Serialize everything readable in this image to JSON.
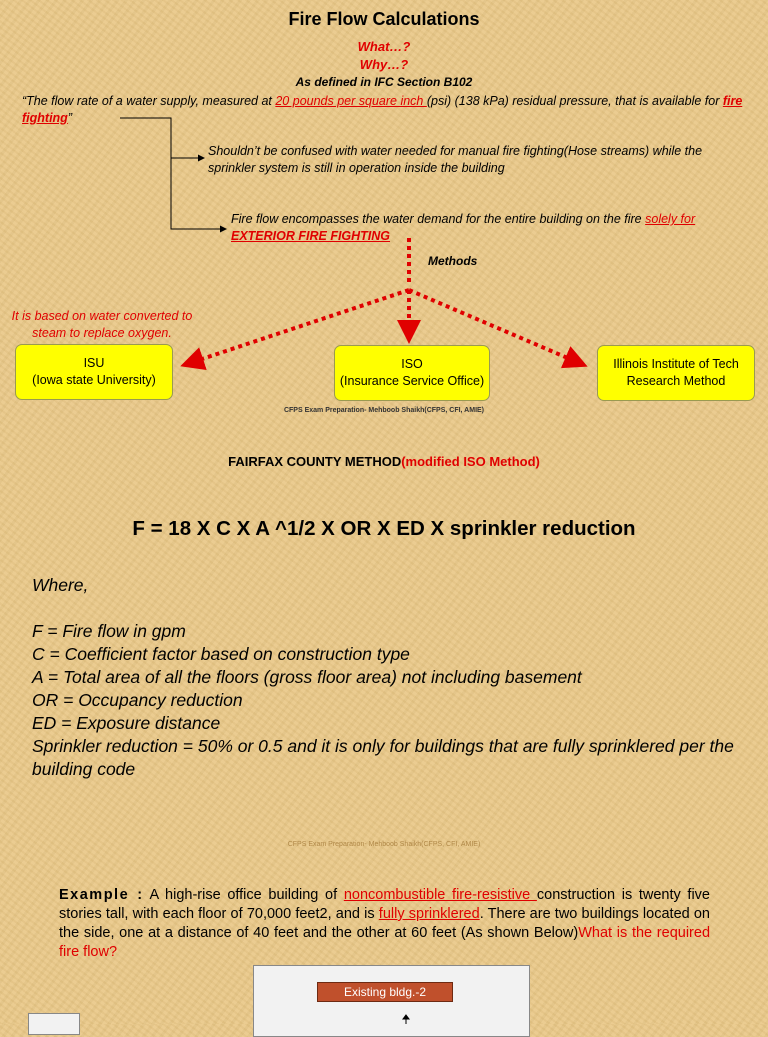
{
  "title": "Fire Flow Calculations",
  "what": "What…?",
  "why": "Why…?",
  "defined_as": "As defined in IFC Section B102",
  "definition": {
    "part1": "“The flow rate of a water supply, measured at ",
    "link_psi": "20 pounds per square inch ",
    "part2": "(psi) (138 kPa) residual pressure, that is available for ",
    "link_fire": "fire fighting",
    "part3": "”"
  },
  "note1": "Shouldn’t be confused with water needed for manual fire fighting(Hose streams) while the sprinkler system is still in operation inside the building",
  "note2": {
    "text": "Fire flow encompasses the water demand for the entire building on the fire ",
    "solely": "solely for",
    "exterior": "EXTERIOR FIRE FIGHTING"
  },
  "methods_label": "Methods",
  "isu_note": "It is based on water converted to steam to replace oxygen.",
  "methods": [
    {
      "line1": "ISU",
      "line2": "(Iowa state University)"
    },
    {
      "line1": "ISO",
      "line2": "(Insurance Service Office)"
    },
    {
      "line1": "Illinois Institute of Tech Research Method"
    }
  ],
  "credit": "CFPS Exam Preparation- Mehboob Shaikh(CFPS, CFI, AMIE)",
  "fairfax": {
    "main": "FAIRFAX COUNTY METHOD",
    "sub": "(modified ISO Method)"
  },
  "formula": "F = 18 X C X A ^1/2 X OR X ED X sprinkler reduction",
  "definitions": {
    "where": "Where,",
    "items": [
      "F = Fire flow in gpm",
      "C = Coefficient factor based on construction type",
      "A = Total area of all the floors (gross floor area) not including basement",
      "OR = Occupancy reduction",
      "ED = Exposure distance",
      "Sprinkler reduction = 50% or 0.5 and it is only for buildings that are fully sprinklered per the building code"
    ]
  },
  "credit2": "CFPS Exam Preparation- Mehboob Shaikh(CFPS, CFI, AMIE)",
  "example": {
    "label": "Example :",
    "t1": " A high-rise office building of ",
    "noncomb": "noncombustible fire-resistive ",
    "t2": "construction is twenty five stories tall, with each floor of 70,000 feet2, and is ",
    "sprinklered": "fully sprinklered",
    "t3": ". There are two buildings located on the side, one at a distance of 40 feet and the other at 60 feet (As shown Below)",
    "question": "What is the required fire flow?"
  },
  "diagram_label": "Existing bldg.-2",
  "colors": {
    "background": "#e9c98a",
    "accent_red": "#e00000",
    "method_box": "#ffff00",
    "building_box": "#c0502c"
  }
}
